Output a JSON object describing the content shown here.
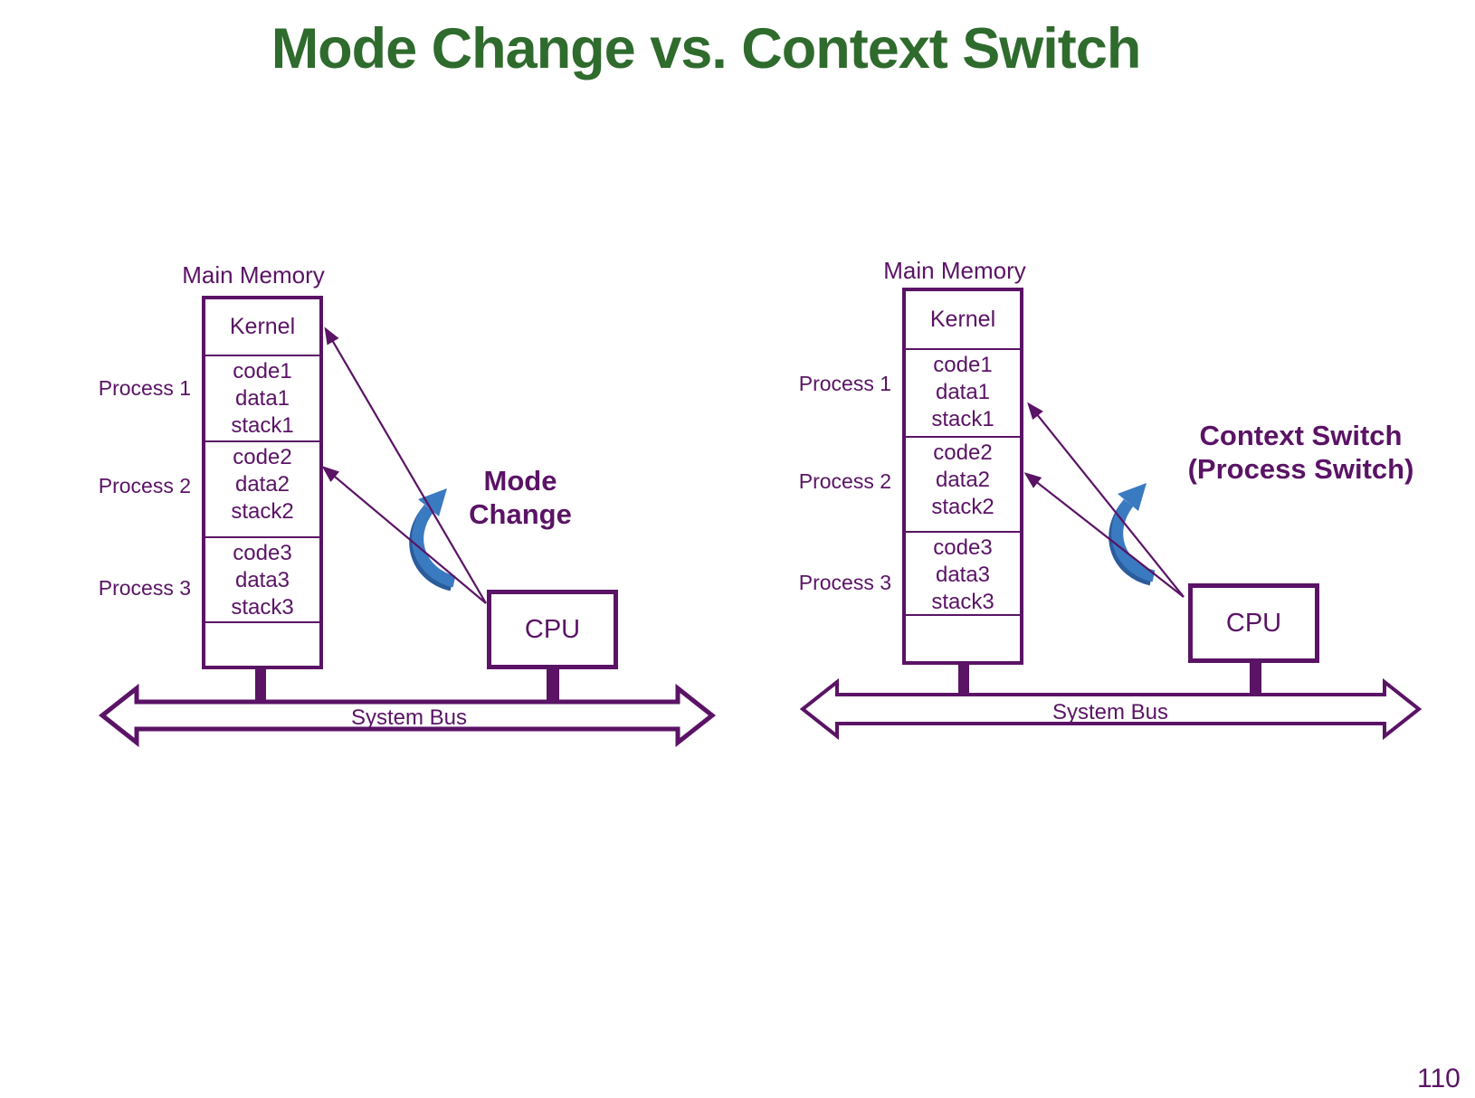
{
  "title": "Mode Change vs. Context Switch",
  "page_number": "110",
  "colors": {
    "title_green": "#2e6b2d",
    "diagram_purple": "#5a1365",
    "arrow_blue": "#3a7ac1",
    "arrow_blue_shade": "#2b5c9b",
    "background": "#ffffff"
  },
  "diagrams": [
    {
      "name": "mode-change-diagram",
      "memory_title": "Main Memory",
      "kernel": "Kernel",
      "processes": [
        {
          "label": "Process 1",
          "rows": [
            "code1",
            "data1",
            "stack1"
          ]
        },
        {
          "label": "Process 2",
          "rows": [
            "code2",
            "data2",
            "stack2"
          ]
        },
        {
          "label": "Process 3",
          "rows": [
            "code3",
            "data3",
            "stack3"
          ]
        }
      ],
      "cpu": "CPU",
      "bus": "System Bus",
      "annotation_lines": [
        "Mode",
        "Change"
      ]
    },
    {
      "name": "context-switch-diagram",
      "memory_title": "Main Memory",
      "kernel": "Kernel",
      "processes": [
        {
          "label": "Process 1",
          "rows": [
            "code1",
            "data1",
            "stack1"
          ]
        },
        {
          "label": "Process 2",
          "rows": [
            "code2",
            "data2",
            "stack2"
          ]
        },
        {
          "label": "Process 3",
          "rows": [
            "code3",
            "data3",
            "stack3"
          ]
        }
      ],
      "cpu": "CPU",
      "bus": "System Bus",
      "annotation_lines": [
        "Context Switch",
        "(Process Switch)"
      ]
    }
  ]
}
